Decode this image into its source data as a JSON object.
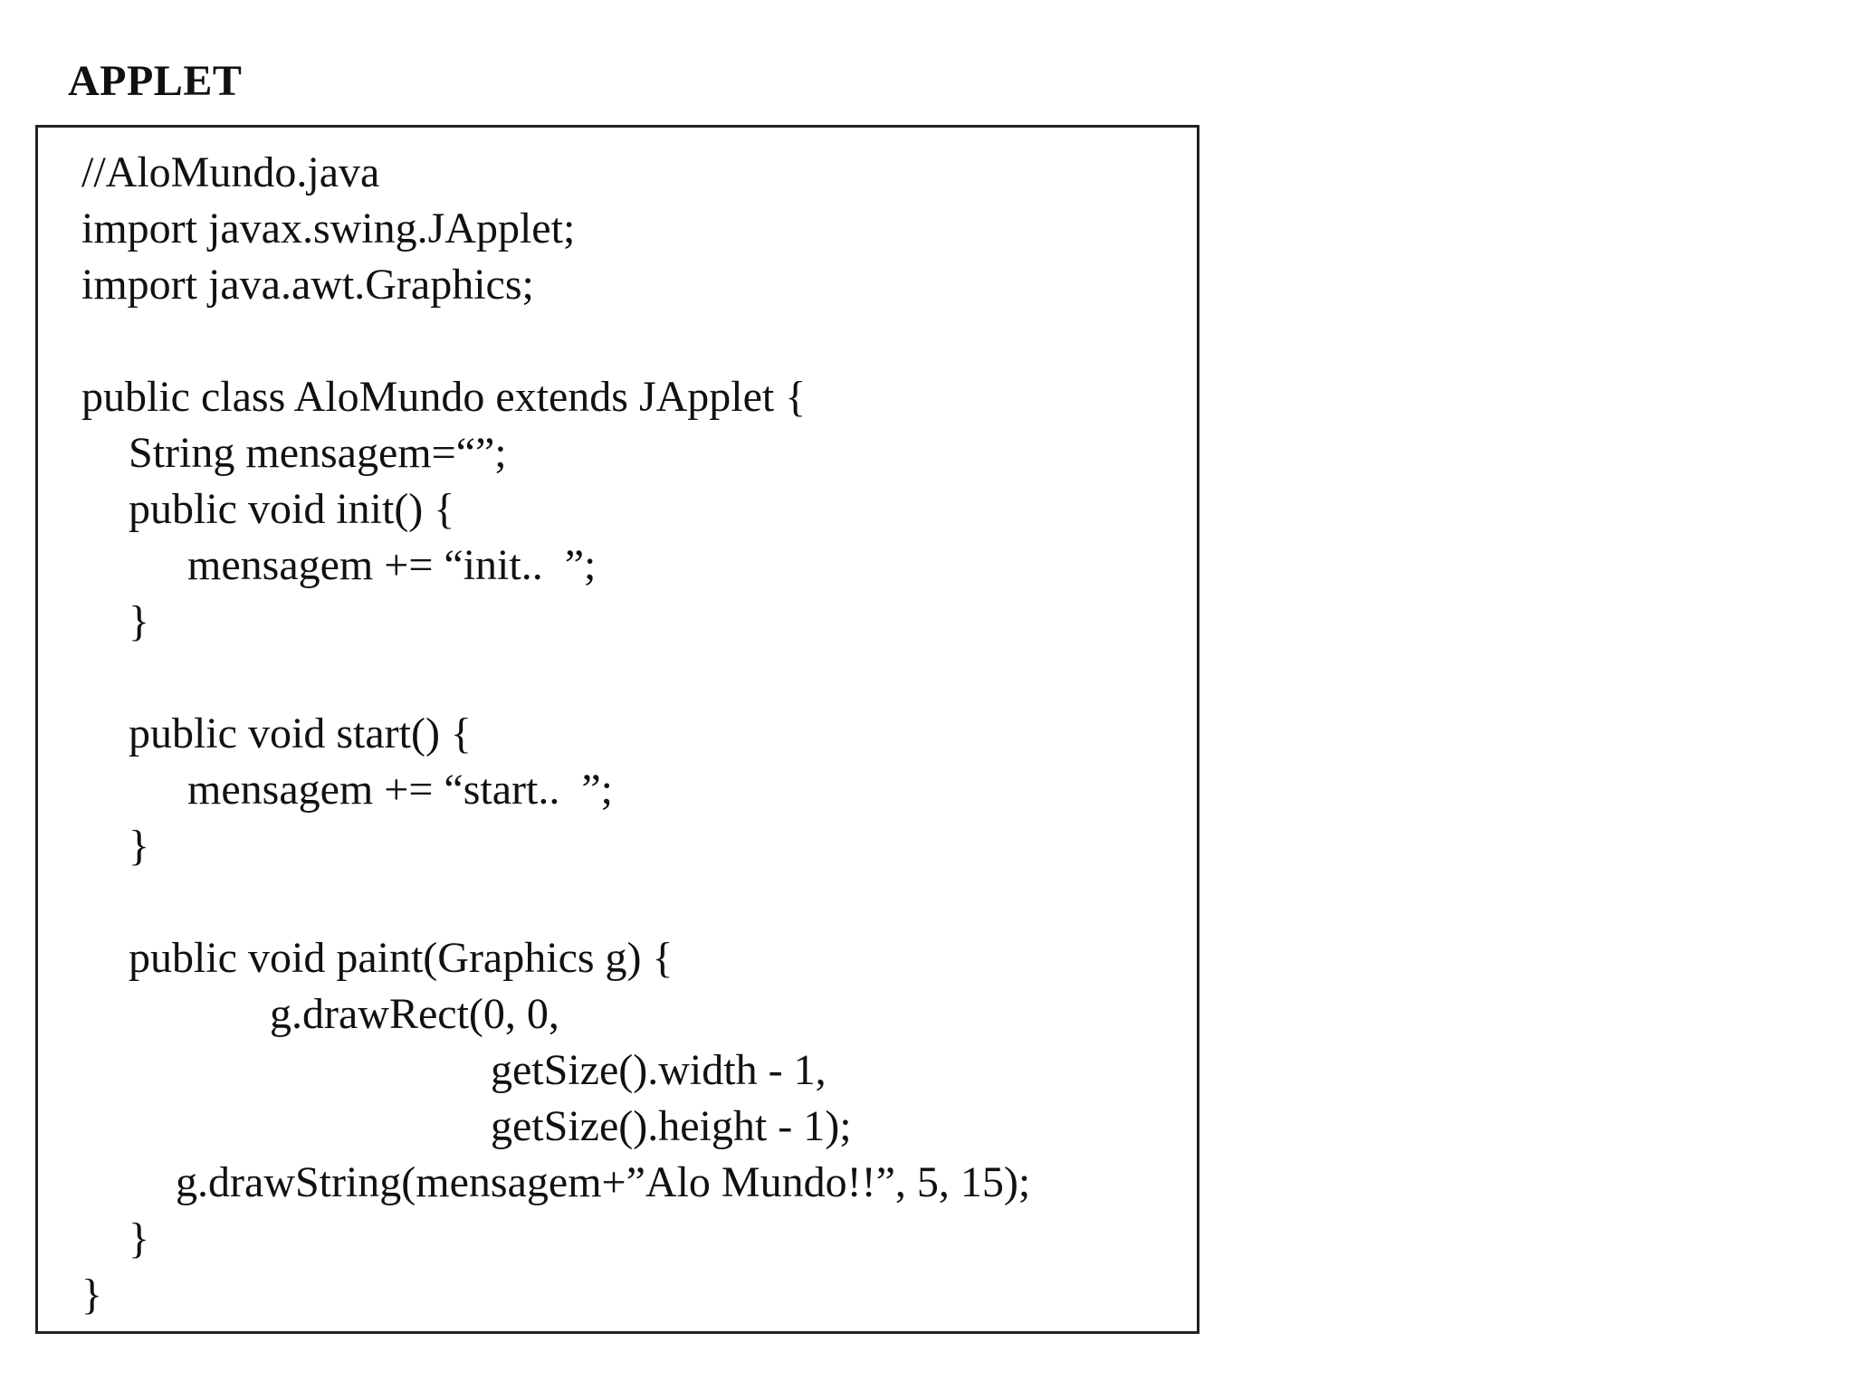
{
  "title": "APPLET",
  "code": {
    "lines": [
      "//AloMundo.java",
      "import javax.swing.JApplet;",
      "import java.awt.Graphics;",
      "",
      "public class AloMundo extends JApplet {",
      "String mensagem=“”;",
      "public void init() {",
      "mensagem += “init..  ”;",
      "}",
      "",
      "public void start() {",
      "mensagem += “start..  ”;",
      "}",
      "",
      "public void paint(Graphics g) {",
      "g.drawRect(0, 0,",
      "getSize().width - 1,",
      "getSize().height - 1);",
      "g.drawString(mensagem+”Alo Mundo!!”, 5, 15);",
      "}",
      "}"
    ]
  }
}
